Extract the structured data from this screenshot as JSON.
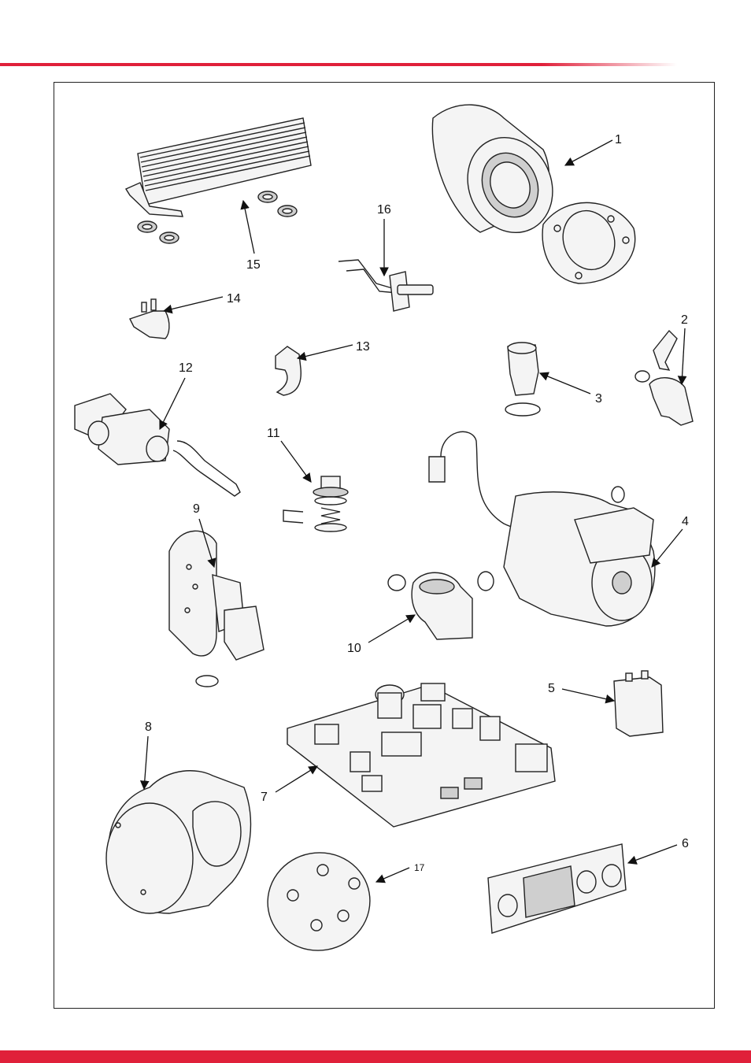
{
  "diagram": {
    "colors": {
      "accent": "#e0203a",
      "line": "#222222"
    },
    "callouts": [
      {
        "id": "1",
        "label": "1"
      },
      {
        "id": "2",
        "label": "2"
      },
      {
        "id": "3",
        "label": "3"
      },
      {
        "id": "4",
        "label": "4"
      },
      {
        "id": "5",
        "label": "5"
      },
      {
        "id": "6",
        "label": "6"
      },
      {
        "id": "7",
        "label": "7"
      },
      {
        "id": "8",
        "label": "8"
      },
      {
        "id": "9",
        "label": "9"
      },
      {
        "id": "10",
        "label": "10"
      },
      {
        "id": "11",
        "label": "11"
      },
      {
        "id": "12",
        "label": "12"
      },
      {
        "id": "13",
        "label": "13"
      },
      {
        "id": "14",
        "label": "14"
      },
      {
        "id": "15",
        "label": "15"
      },
      {
        "id": "16",
        "label": "16"
      },
      {
        "id": "17",
        "label": "17"
      }
    ]
  }
}
